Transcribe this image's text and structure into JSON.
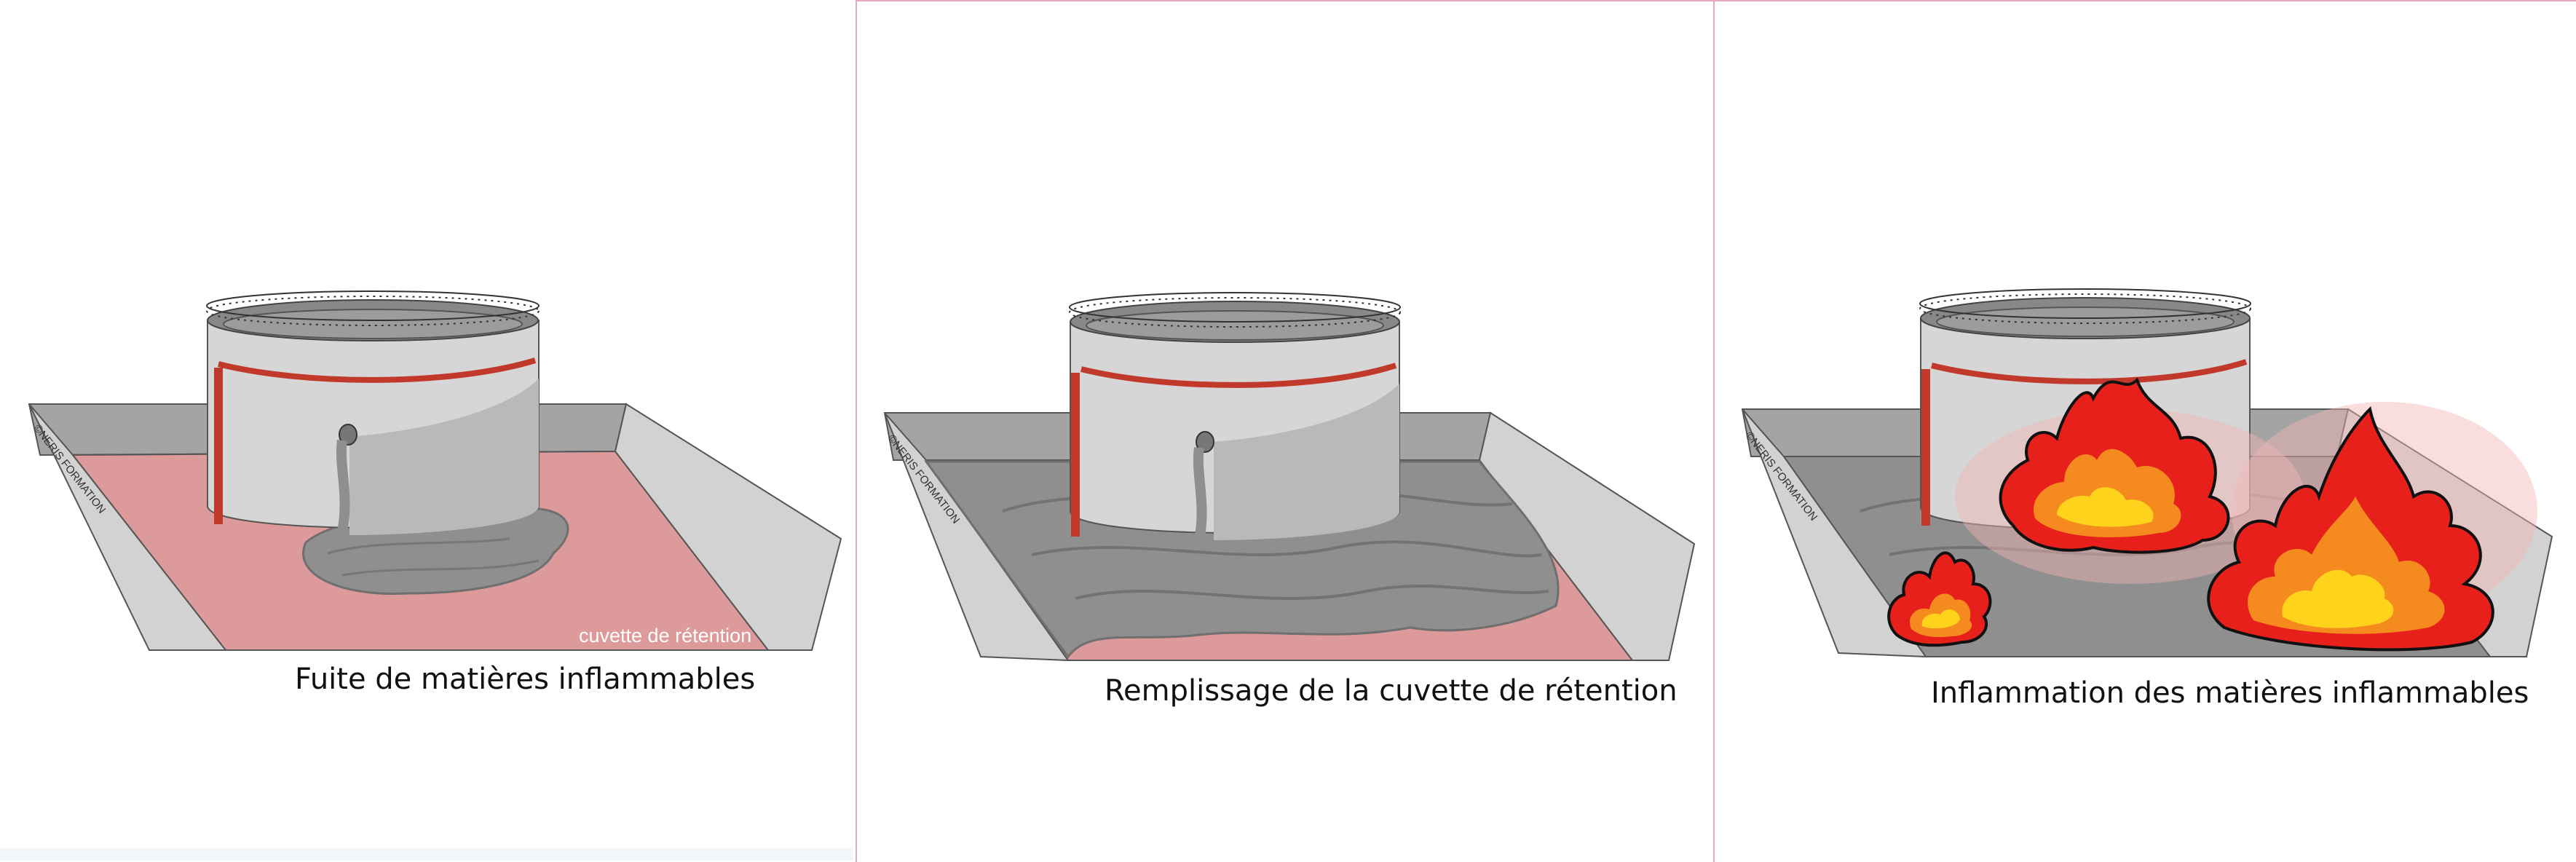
{
  "panels": [
    {
      "caption": "Fuite de matières inflammables",
      "annotation": "cuvette de rétention",
      "copyright": "©NERIS FORMATION"
    },
    {
      "caption": "Remplissage de la cuvette de rétention",
      "copyright": "©NERIS FORMATION"
    },
    {
      "caption": "Inflammation des matières inflammables",
      "copyright": "©NERIS FORMATION"
    }
  ],
  "colors": {
    "basin_floor_pink": "#dd9a9a",
    "liquid_grey": "#8f8f8f",
    "tank_body": "#d6d6d6",
    "pipe_red": "#c0392b",
    "flame_red": "#e8201c",
    "flame_orange": "#f58a1f",
    "flame_yellow": "#ffd21c",
    "divider_pink": "#e9a9b8"
  }
}
